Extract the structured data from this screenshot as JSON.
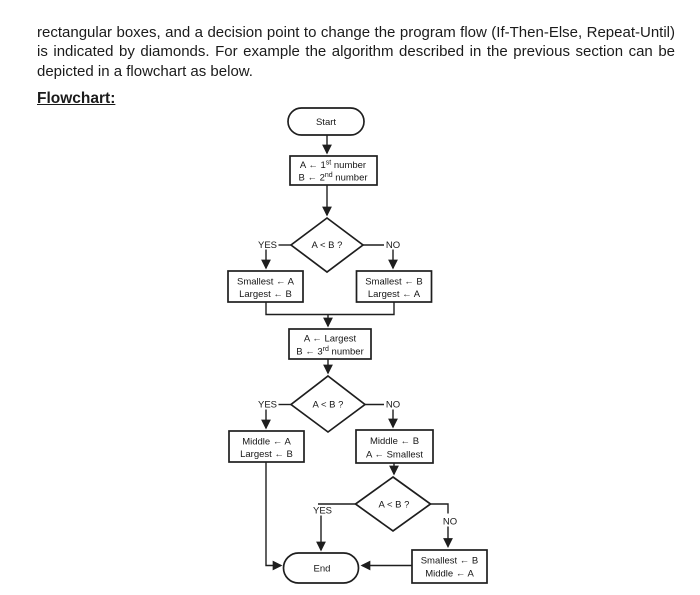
{
  "colors": {
    "ink": "#1e1e1e",
    "paper": "#ffffff"
  },
  "document": {
    "paragraph": "rectangular boxes, and a decision point to change the program flow (If-Then-Else, Repeat-Until) is indicated by diamonds. For example the algorithm described in the previous section can be depicted in a flowchart as below.",
    "heading": "Flowchart:"
  },
  "flowchart": {
    "start_label": "Start",
    "end_label": "End",
    "yes_label": "YES",
    "no_label": "NO",
    "decision_label": "A < B ?",
    "read_inputs": {
      "l1_pre": "A ← 1",
      "l1_sup": "st",
      "l1_post": " number",
      "l2_pre": "B ← 2",
      "l2_sup": "nd",
      "l2_post": " number"
    },
    "smallest_a_largest_b": {
      "l1": "Smallest ← A",
      "l2": "Largest ← B"
    },
    "smallest_b_largest_a": {
      "l1": "Smallest ← B",
      "l2": "Largest ← A"
    },
    "read_third": {
      "l1": "A ← Largest",
      "l2_pre": "B ← 3",
      "l2_sup": "rd",
      "l2_post": " number"
    },
    "middle_a_largest_b": {
      "l1": "Middle ← A",
      "l2": "Largest ← B"
    },
    "middle_b_a_smallest": {
      "l1": "Middle ← B",
      "l2": "A ← Smallest"
    },
    "smallest_b_middle_a": {
      "l1": "Smallest ← B",
      "l2": "Middle ← A"
    }
  }
}
